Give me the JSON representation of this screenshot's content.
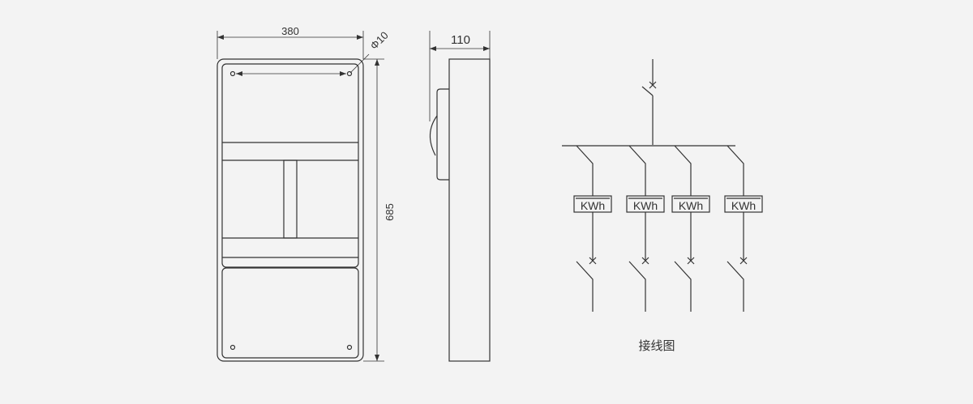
{
  "front_view": {
    "width_label": "380",
    "height_label": "685",
    "hole_label": "Φ10"
  },
  "side_view": {
    "depth_label": "110"
  },
  "schematic": {
    "meter_labels": [
      "KWh",
      "KWh",
      "KWh",
      "KWh"
    ],
    "caption": "接线图"
  }
}
